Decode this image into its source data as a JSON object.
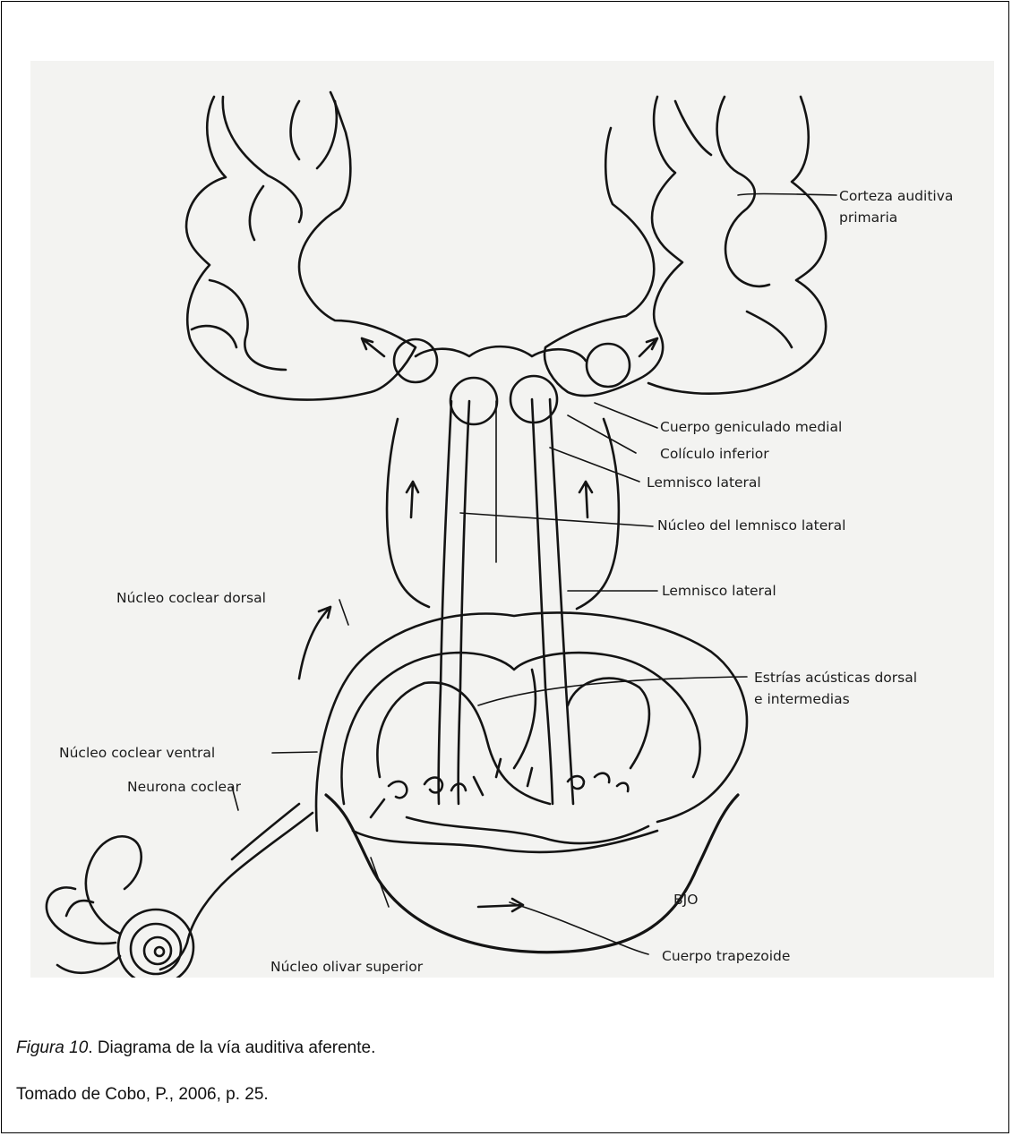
{
  "figure": {
    "labels": {
      "corteza": "Corteza auditiva",
      "primaria": "primaria",
      "geniculado": "Cuerpo geniculado medial",
      "coliculo": "Colículo inferior",
      "lemnisco1": "Lemnisco lateral",
      "nucleo_lemnisco": "Núcleo del lemnisco lateral",
      "lemnisco2": "Lemnisco lateral",
      "coclear_dorsal": "Núcleo coclear dorsal",
      "estrias1": "Estrías acústicas dorsal",
      "estrias2": "e intermedias",
      "coclear_ventral": "Núcleo coclear ventral",
      "neurona": "Neurona coclear",
      "olivar": "Núcleo olivar superior",
      "trapezoide": "Cuerpo trapezoide",
      "mark": "BJO"
    }
  },
  "caption": {
    "label": "Figura 10",
    "text": ". Diagrama de la vía auditiva aferente.",
    "source": "Tomado de Cobo, P., 2006, p. 25."
  }
}
